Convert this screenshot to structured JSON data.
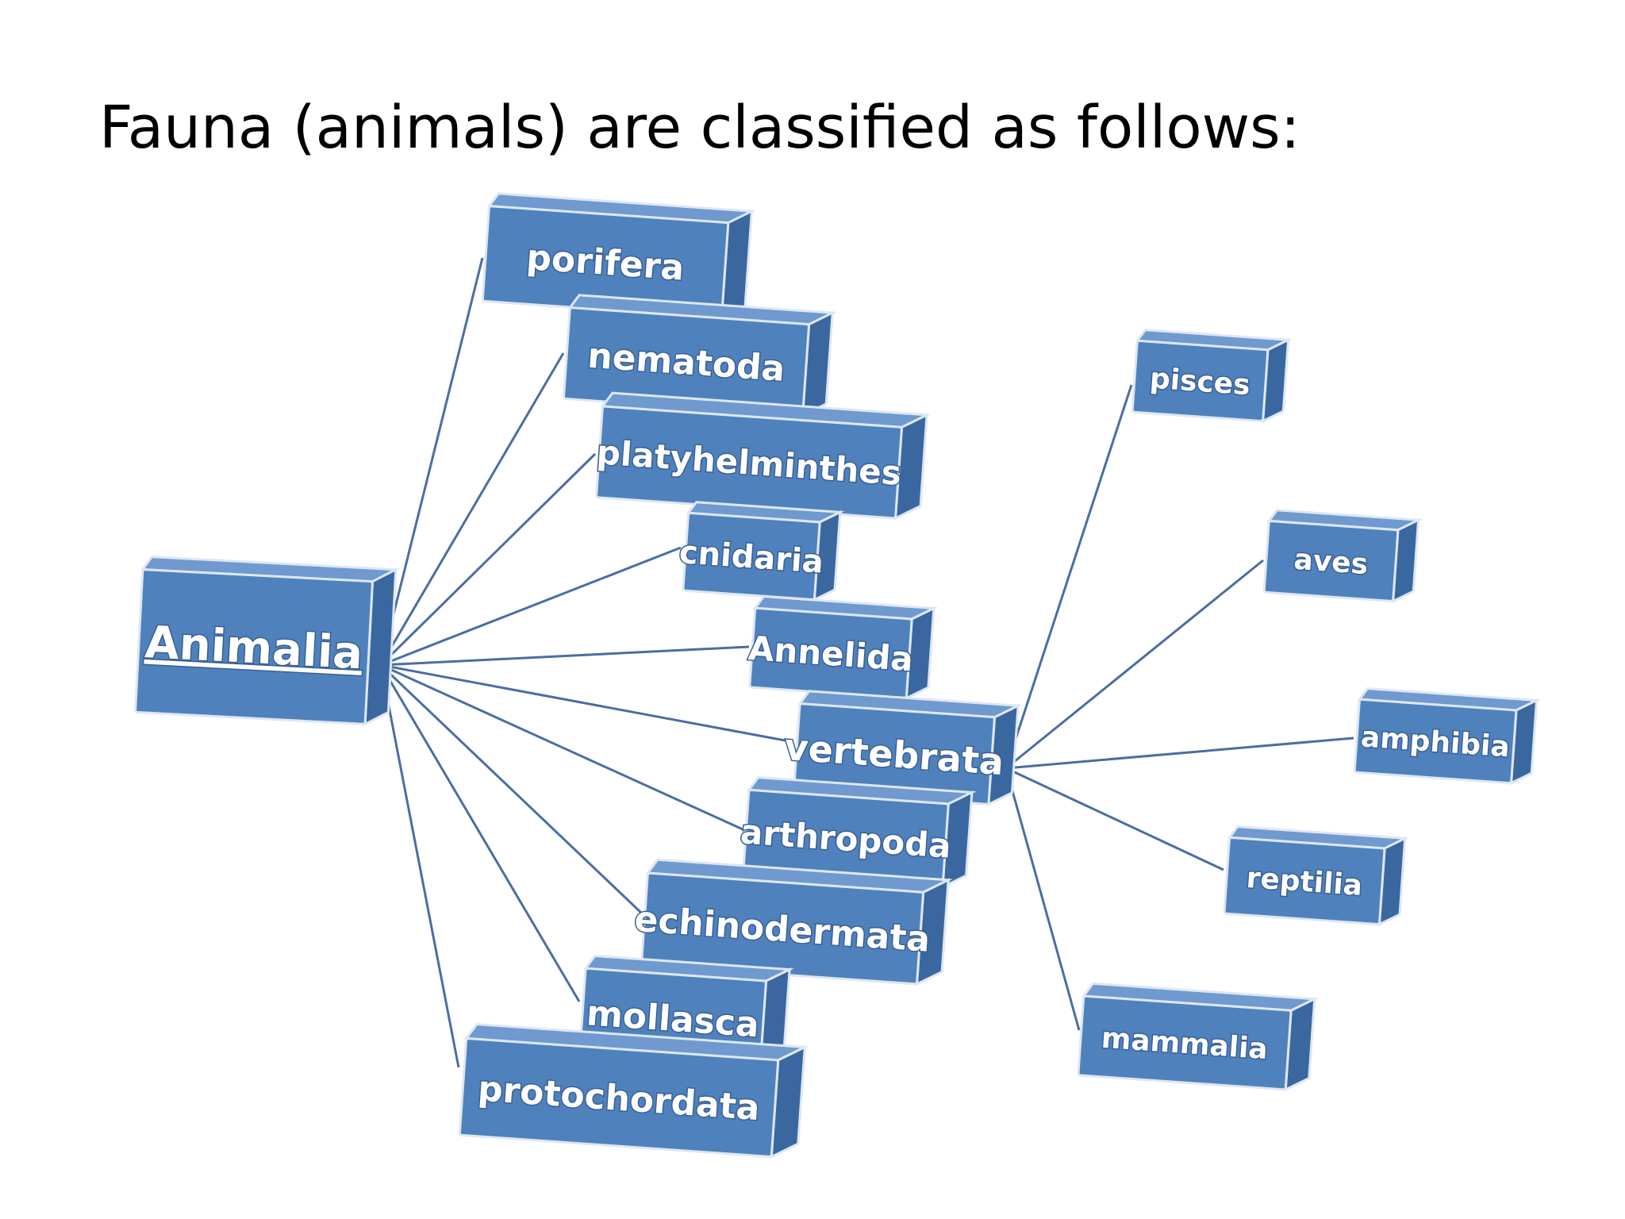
{
  "title": "Fauna (animals) are classified as follows:",
  "colors": {
    "front": "#4f81bd",
    "top": "#6f99cf",
    "side": "#3b67a0",
    "edge": "#dde7f3",
    "connector": "#4a6ea3",
    "text": "#ffffff"
  },
  "diagram": {
    "root": {
      "id": "animalia",
      "label": "Animalia",
      "underline": true
    },
    "phyla": [
      {
        "id": "porifera",
        "label": "porifera"
      },
      {
        "id": "nematoda",
        "label": "nematoda"
      },
      {
        "id": "platyhelminthes",
        "label": "platyhelminthes"
      },
      {
        "id": "cnidaria",
        "label": "cnidaria"
      },
      {
        "id": "annelida",
        "label": "Annelida"
      },
      {
        "id": "vertebrata",
        "label": "vertebrata"
      },
      {
        "id": "arthropoda",
        "label": "arthropoda"
      },
      {
        "id": "echinodermata",
        "label": "echinodermata"
      },
      {
        "id": "mollasca",
        "label": "mollasca"
      },
      {
        "id": "protochordata",
        "label": "protochordata"
      }
    ],
    "classes": [
      {
        "id": "pisces",
        "label": "pisces"
      },
      {
        "id": "aves",
        "label": "aves"
      },
      {
        "id": "amphibia",
        "label": "amphibia"
      },
      {
        "id": "reptilia",
        "label": "reptilia"
      },
      {
        "id": "mammalia",
        "label": "mammalia"
      }
    ]
  }
}
